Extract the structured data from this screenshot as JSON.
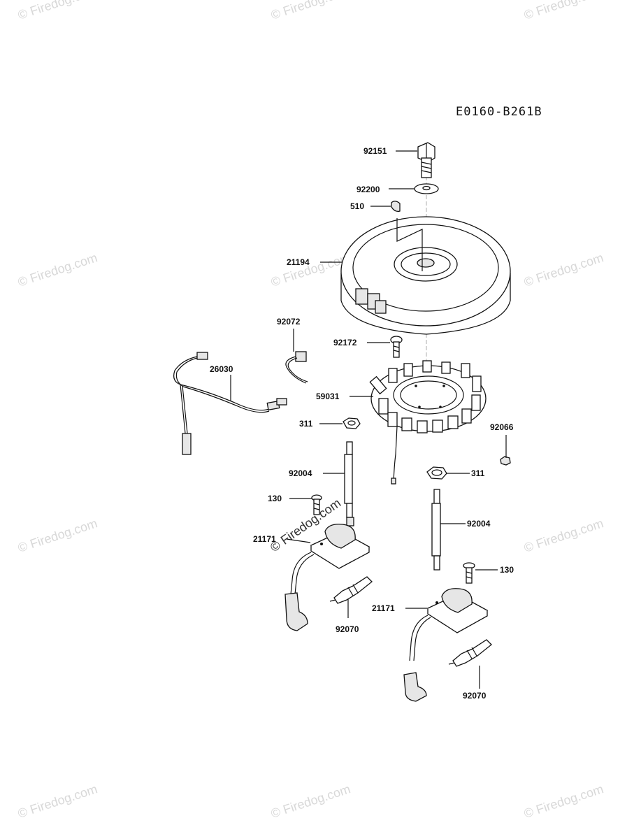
{
  "diagram_code": "E0160-B261B",
  "watermark": "© Firedog.com",
  "parts": [
    {
      "id": "p-92151",
      "label": "92151"
    },
    {
      "id": "p-92200",
      "label": "92200"
    },
    {
      "id": "p-510",
      "label": "510"
    },
    {
      "id": "p-21194",
      "label": "21194"
    },
    {
      "id": "p-92072",
      "label": "92072"
    },
    {
      "id": "p-26030",
      "label": "26030"
    },
    {
      "id": "p-92172",
      "label": "92172"
    },
    {
      "id": "p-59031",
      "label": "59031"
    },
    {
      "id": "p-311a",
      "label": "311"
    },
    {
      "id": "p-92066",
      "label": "92066"
    },
    {
      "id": "p-92004a",
      "label": "92004"
    },
    {
      "id": "p-311b",
      "label": "311"
    },
    {
      "id": "p-130a",
      "label": "130"
    },
    {
      "id": "p-21171a",
      "label": "21171"
    },
    {
      "id": "p-92004b",
      "label": "92004"
    },
    {
      "id": "p-130b",
      "label": "130"
    },
    {
      "id": "p-92070a",
      "label": "92070"
    },
    {
      "id": "p-21171b",
      "label": "21171"
    },
    {
      "id": "p-92070b",
      "label": "92070"
    }
  ]
}
